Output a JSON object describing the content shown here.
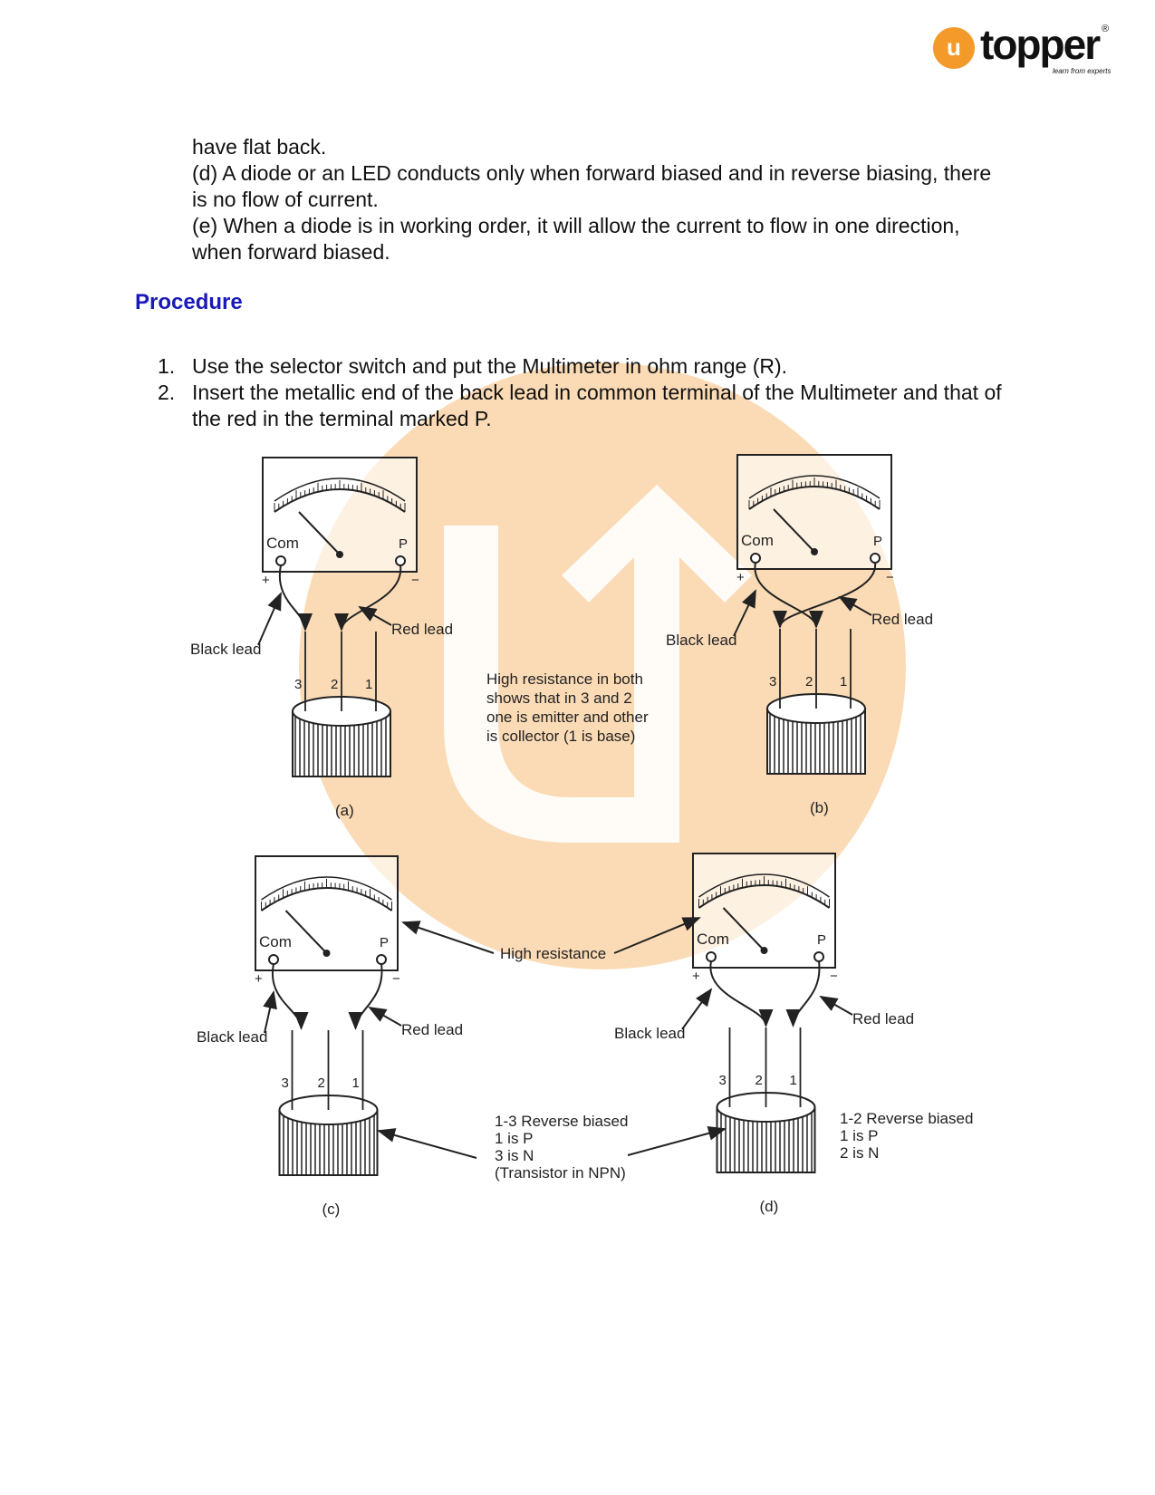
{
  "logo": {
    "icon_letter": "u",
    "brand": "topper",
    "registered": "®",
    "tagline": "learn from experts"
  },
  "intro": [
    "have flat back.",
    "(d) A diode or an LED conducts only when forward biased and in reverse biasing, there is no flow of current.",
    "(e) When a diode is in working order, it will allow the current to flow in one direction, when forward biased."
  ],
  "procedure": {
    "heading": "Procedure",
    "steps": [
      {
        "num": "1.",
        "text": "Use the selector switch and put the Multimeter in ohm range (R)."
      },
      {
        "num": "2.",
        "text": "Insert the metallic end of the back lead in common terminal of the Multimeter and that of the red in the terminal marked P."
      }
    ]
  },
  "diagram": {
    "com": "Com",
    "p": "P",
    "plus": "+",
    "minus": "−",
    "pins": [
      "3",
      "2",
      "1"
    ],
    "black_lead": "Black lead",
    "red_lead": "Red lead",
    "captions": [
      "(a)",
      "(b)",
      "(c)",
      "(d)"
    ],
    "note_ab": [
      "High resistance in both",
      "shows that in 3 and 2",
      "one is emitter and other",
      "is collector (1 is base)"
    ],
    "high_resistance": "High resistance",
    "note_c": [
      "1-3 Reverse biased",
      "1 is P",
      "3 is N",
      "(Transistor in NPN)"
    ],
    "note_d": [
      "1-2 Reverse biased",
      "1 is P",
      "2 is N"
    ]
  },
  "colors": {
    "heading": "#1a1ab8",
    "watermark": "#f6aa50",
    "logo": "#f39a2b"
  }
}
